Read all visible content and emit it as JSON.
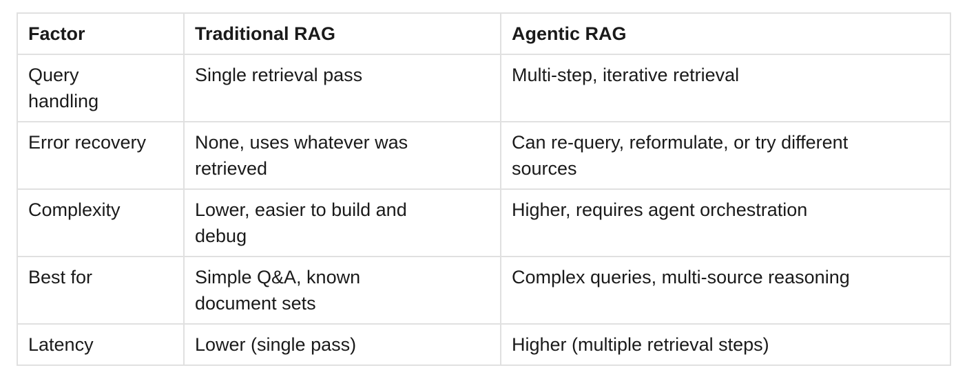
{
  "table": {
    "headers": [
      "Factor",
      "Traditional RAG",
      "Agentic RAG"
    ],
    "rows": [
      {
        "cells": [
          "Query\nhandling",
          "Single retrieval pass",
          "Multi-step, iterative retrieval"
        ]
      },
      {
        "cells": [
          "Error recovery",
          "None, uses whatever was\nretrieved",
          "Can re-query, reformulate, or try different\nsources"
        ]
      },
      {
        "cells": [
          "Complexity",
          "Lower, easier to build and\ndebug",
          "Higher, requires agent orchestration"
        ]
      },
      {
        "cells": [
          "Best for",
          "Simple Q&A, known\ndocument sets",
          "Complex queries, multi-source reasoning"
        ]
      },
      {
        "cells": [
          "Latency",
          "Lower (single pass)",
          "Higher (multiple retrieval steps)"
        ]
      }
    ],
    "colors": {
      "border": "#e0e0e0",
      "text": "#1a1a1a",
      "background": "#ffffff"
    }
  }
}
